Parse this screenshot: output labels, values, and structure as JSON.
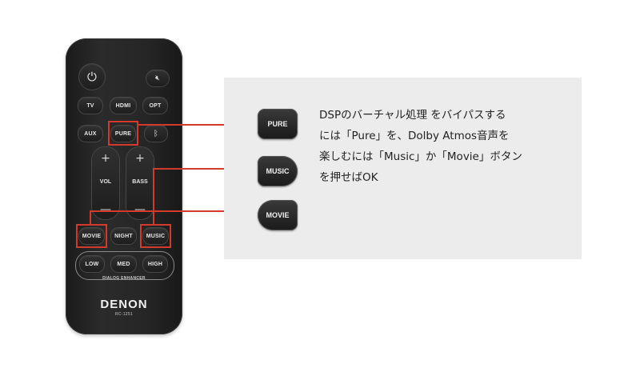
{
  "remote": {
    "buttons": {
      "power_icon": "⏻",
      "mute_icon": "🔇︎",
      "tv": "TV",
      "hdmi": "HDMI",
      "opt": "OPT",
      "aux": "AUX",
      "pure": "PURE",
      "bluetooth_icon": "ᛒ",
      "vol": "VOL",
      "bass": "BASS",
      "plus": "+",
      "minus": "—",
      "movie": "MOVIE",
      "night": "NIGHT",
      "music": "MUSIC",
      "low": "LOW",
      "med": "MED",
      "high": "HIGH"
    },
    "dialog_enhancer_label": "DIALOG ENHANCER",
    "brand": "DENON",
    "model": "RC-1251"
  },
  "callout": {
    "buttons": [
      "PURE",
      "MUSIC",
      "MOVIE"
    ],
    "description_lines": [
      "DSPのバーチャル処理 をバイパスする",
      "には「Pure」を、Dolby Atmos音声を",
      "楽しむには「Music」か「Movie」ボタン",
      "を押せばOK"
    ]
  },
  "colors": {
    "highlight": "#d43a2b",
    "panel_bg": "#ececec",
    "remote_body": "#232323"
  }
}
